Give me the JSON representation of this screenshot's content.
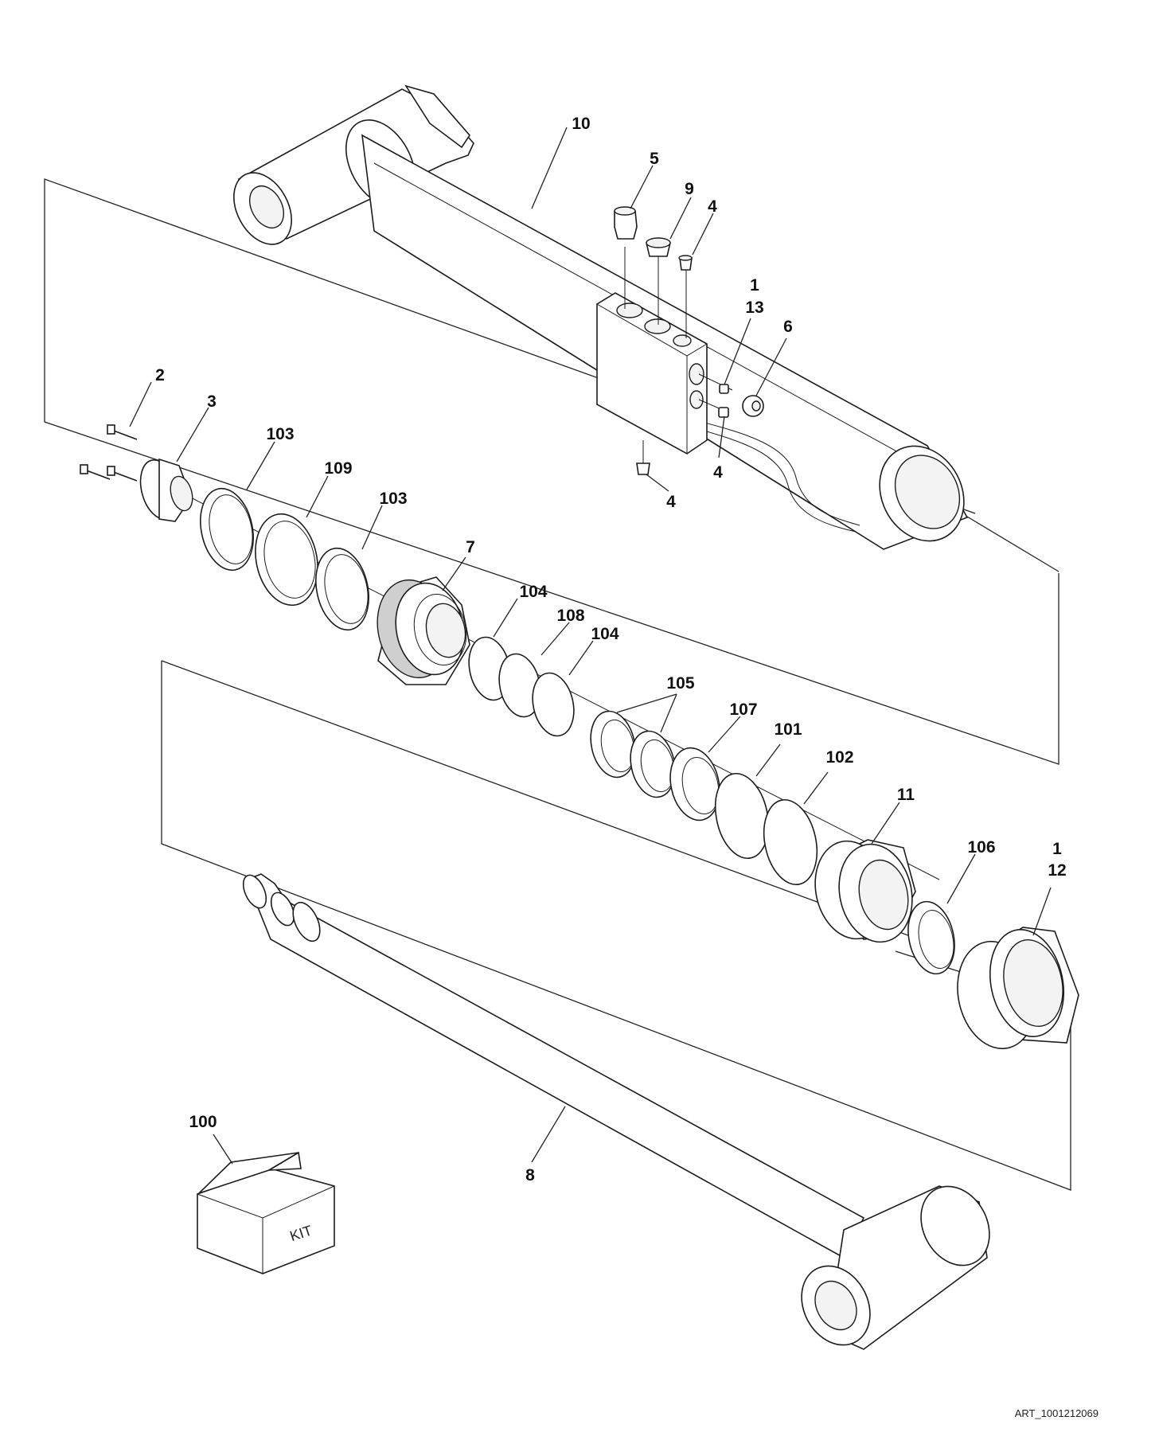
{
  "drawing": {
    "art_id": "ART_1001212069",
    "kit_box_label": "KIT",
    "callouts": {
      "c10": "10",
      "c5": "5",
      "c9": "9",
      "c4a": "4",
      "c1a": "1",
      "c13": "13",
      "c6": "6",
      "c4b": "4",
      "c4c": "4",
      "c2": "2",
      "c3": "3",
      "c103a": "103",
      "c109": "109",
      "c103b": "103",
      "c7": "7",
      "c104a": "104",
      "c108": "108",
      "c104b": "104",
      "c105": "105",
      "c107": "107",
      "c101": "101",
      "c102": "102",
      "c11": "11",
      "c106": "106",
      "c1b": "1",
      "c12": "12",
      "c100": "100",
      "c8": "8"
    }
  }
}
